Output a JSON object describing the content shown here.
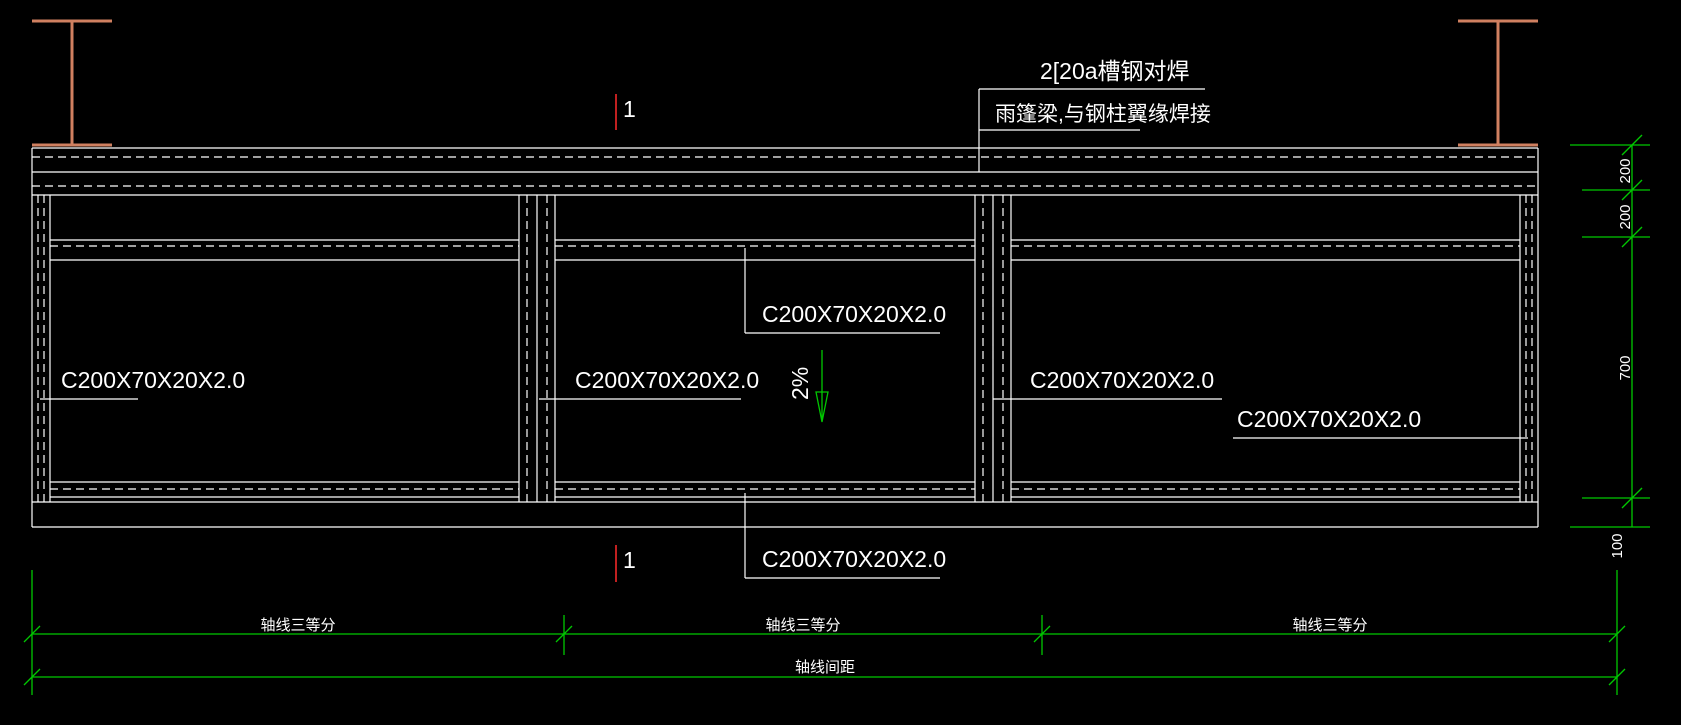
{
  "annotations": {
    "channel_weld": "2[20a槽钢对焊",
    "weld_note": "雨篷梁,与钢柱翼缘焊接",
    "section_top": "1",
    "section_bottom": "1",
    "slope": "2%"
  },
  "member_labels": {
    "left": "C200X70X20X2.0",
    "mid_upper": "C200X70X20X2.0",
    "mid": "C200X70X20X2.0",
    "right": "C200X70X20X2.0",
    "right_lower": "C200X70X20X2.0",
    "bottom": "C200X70X20X2.0"
  },
  "dimensions": {
    "vertical": [
      "200",
      "200",
      "700",
      "100"
    ],
    "bottom_divisions": [
      "轴线三等分",
      "轴线三等分",
      "轴线三等分"
    ],
    "bottom_total": "轴线间距"
  },
  "colors": {
    "background": "#000000",
    "linework": "#ffffff",
    "dimension": "#00c800",
    "column": "#d08060",
    "section_mark": "#c02020"
  }
}
